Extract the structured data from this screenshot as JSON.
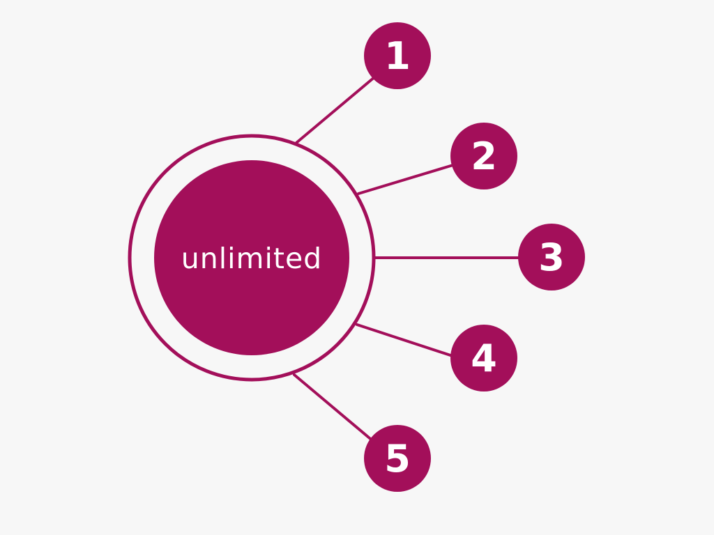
{
  "hub": {
    "label": "unlimited"
  },
  "nodes": [
    {
      "label": "1"
    },
    {
      "label": "2"
    },
    {
      "label": "3"
    },
    {
      "label": "4"
    },
    {
      "label": "5"
    }
  ],
  "colors": {
    "accent": "#a30f5a",
    "background": "#f7f7f7",
    "text": "#ffffff"
  }
}
